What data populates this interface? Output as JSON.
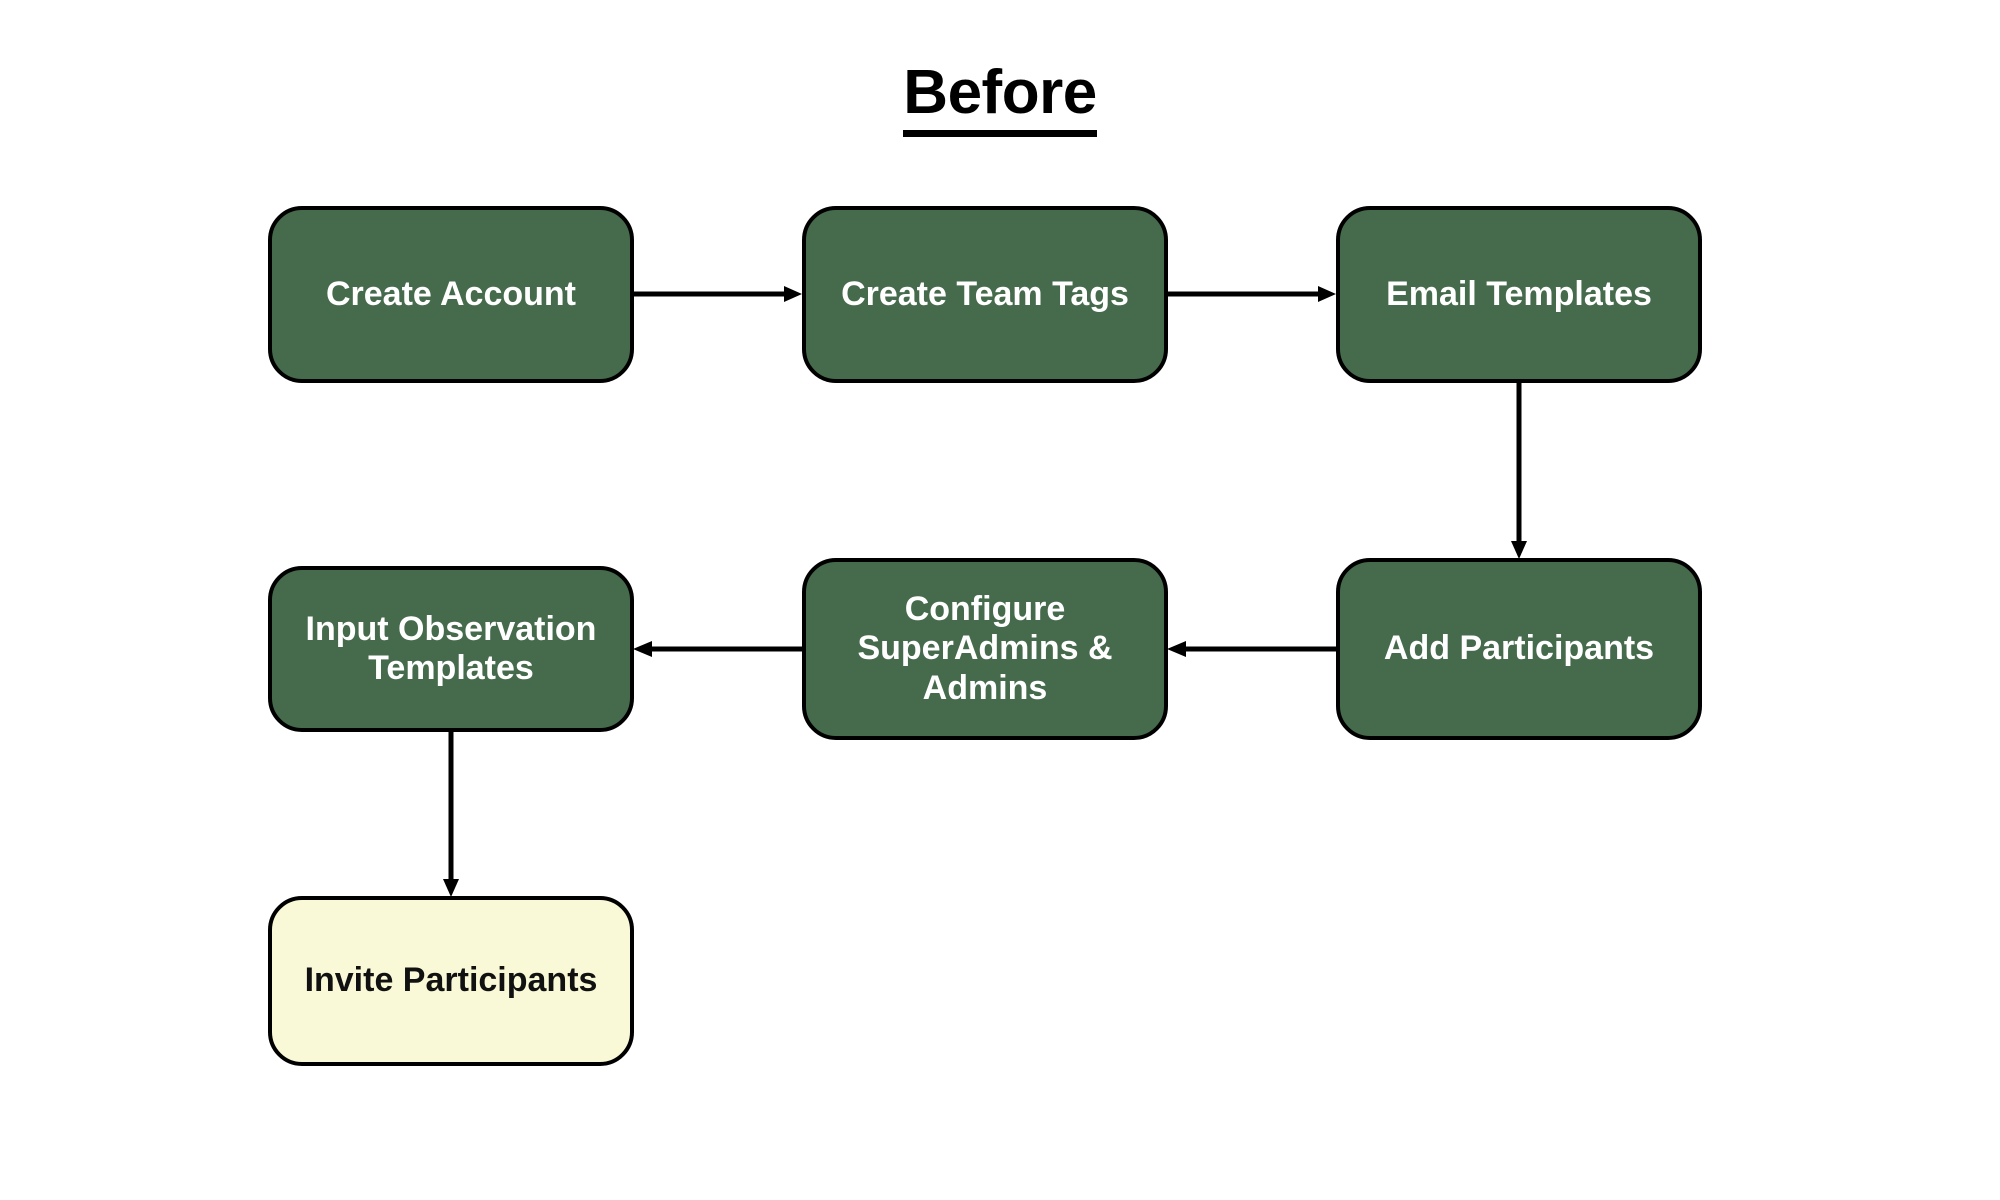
{
  "diagram": {
    "title": "Before",
    "background_color": "#ffffff",
    "colors": {
      "node_green_fill": "#466b4c",
      "node_green_text": "#ffffff",
      "node_yellow_fill": "#f9f9d7",
      "node_yellow_text": "#111111",
      "stroke": "#000000",
      "title_text": "#000000"
    },
    "nodes": [
      {
        "id": "create-account",
        "label": "Create Account",
        "lines": [
          "Create Account"
        ],
        "style": "green",
        "row": 1,
        "col": 1
      },
      {
        "id": "create-team-tags",
        "label": "Create Team Tags",
        "lines": [
          "Create Team Tags"
        ],
        "style": "green",
        "row": 1,
        "col": 2
      },
      {
        "id": "email-templates",
        "label": "Email Templates",
        "lines": [
          "Email Templates"
        ],
        "style": "green",
        "row": 1,
        "col": 3
      },
      {
        "id": "input-observation",
        "label": "Input Observation Templates",
        "lines": [
          "Input Observation",
          "Templates"
        ],
        "style": "green",
        "row": 2,
        "col": 1
      },
      {
        "id": "configure-admins",
        "label": "Configure SuperAdmins & Admins",
        "lines": [
          "Configure",
          "SuperAdmins &",
          "Admins"
        ],
        "style": "green",
        "row": 2,
        "col": 2
      },
      {
        "id": "add-participants",
        "label": "Add Participants",
        "lines": [
          "Add Participants"
        ],
        "style": "green",
        "row": 2,
        "col": 3
      },
      {
        "id": "invite-participants",
        "label": "Invite Participants",
        "lines": [
          "Invite Participants"
        ],
        "style": "yellow",
        "row": 3,
        "col": 1
      }
    ],
    "edges": [
      {
        "id": "e1",
        "from": "create-account",
        "to": "create-team-tags",
        "direction": "right"
      },
      {
        "id": "e2",
        "from": "create-team-tags",
        "to": "email-templates",
        "direction": "right"
      },
      {
        "id": "e3",
        "from": "email-templates",
        "to": "add-participants",
        "direction": "down"
      },
      {
        "id": "e4",
        "from": "add-participants",
        "to": "configure-admins",
        "direction": "left"
      },
      {
        "id": "e5",
        "from": "configure-admins",
        "to": "input-observation",
        "direction": "left"
      },
      {
        "id": "e6",
        "from": "input-observation",
        "to": "invite-participants",
        "direction": "down"
      }
    ]
  }
}
